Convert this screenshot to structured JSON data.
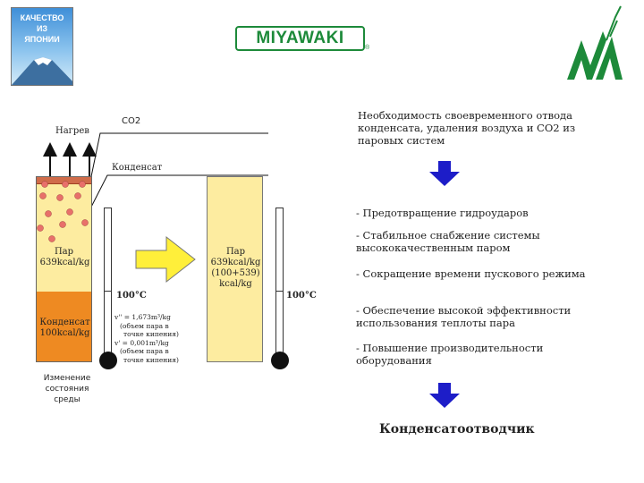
{
  "badge": {
    "line1": "КАЧЕСТВО",
    "line2": "ИЗ",
    "line3": "ЯПОНИИ"
  },
  "brand": {
    "name": "MIYAWAKI",
    "registered": "®"
  },
  "diagram": {
    "heating_label": "Нагрев",
    "co2_label": "CO2",
    "condensate_label": "Конденсат",
    "vessel_steam": [
      "Пар",
      "639kcal/kg"
    ],
    "vessel_condensate": [
      "Конденсат",
      "100kcal/kg"
    ],
    "thermo_left": "100°C",
    "thermo_right": "100°C",
    "volume_notes": [
      "v'' = 1,673m³/kg",
      "(объем пара в",
      "точке кипения)",
      "v' = 0,001m³/kg",
      "(объем пара в",
      "точке кипения)"
    ],
    "state_change": [
      "Изменение",
      "состояния",
      "среды"
    ],
    "steam_box": [
      "Пар",
      "639kcal/kg",
      "(100+539)",
      "kcal/kg"
    ]
  },
  "right_panel": {
    "heading": "Необходимость своевременного отвода конденсата, удаления воздуха и CO2 из паровых систем",
    "items": [
      "- Предотвращение гидроударов",
      "- Стабильное снабжение системы высококачественным паром",
      "- Сокращение времени пускового режима",
      "- Обеспечение высокой эффективности использования теплоты пара",
      "- Повышение производительности оборудования"
    ],
    "conclusion": "Конденсатоотводчик"
  },
  "colors": {
    "steam_fill": "#fdeca0",
    "condensate_fill": "#ee8a22",
    "bubble": "#e8706a",
    "arrow_yellow": "#ffef3a",
    "arrow_blue": "#1d1dc8",
    "brand_green": "#1d8a3a"
  }
}
